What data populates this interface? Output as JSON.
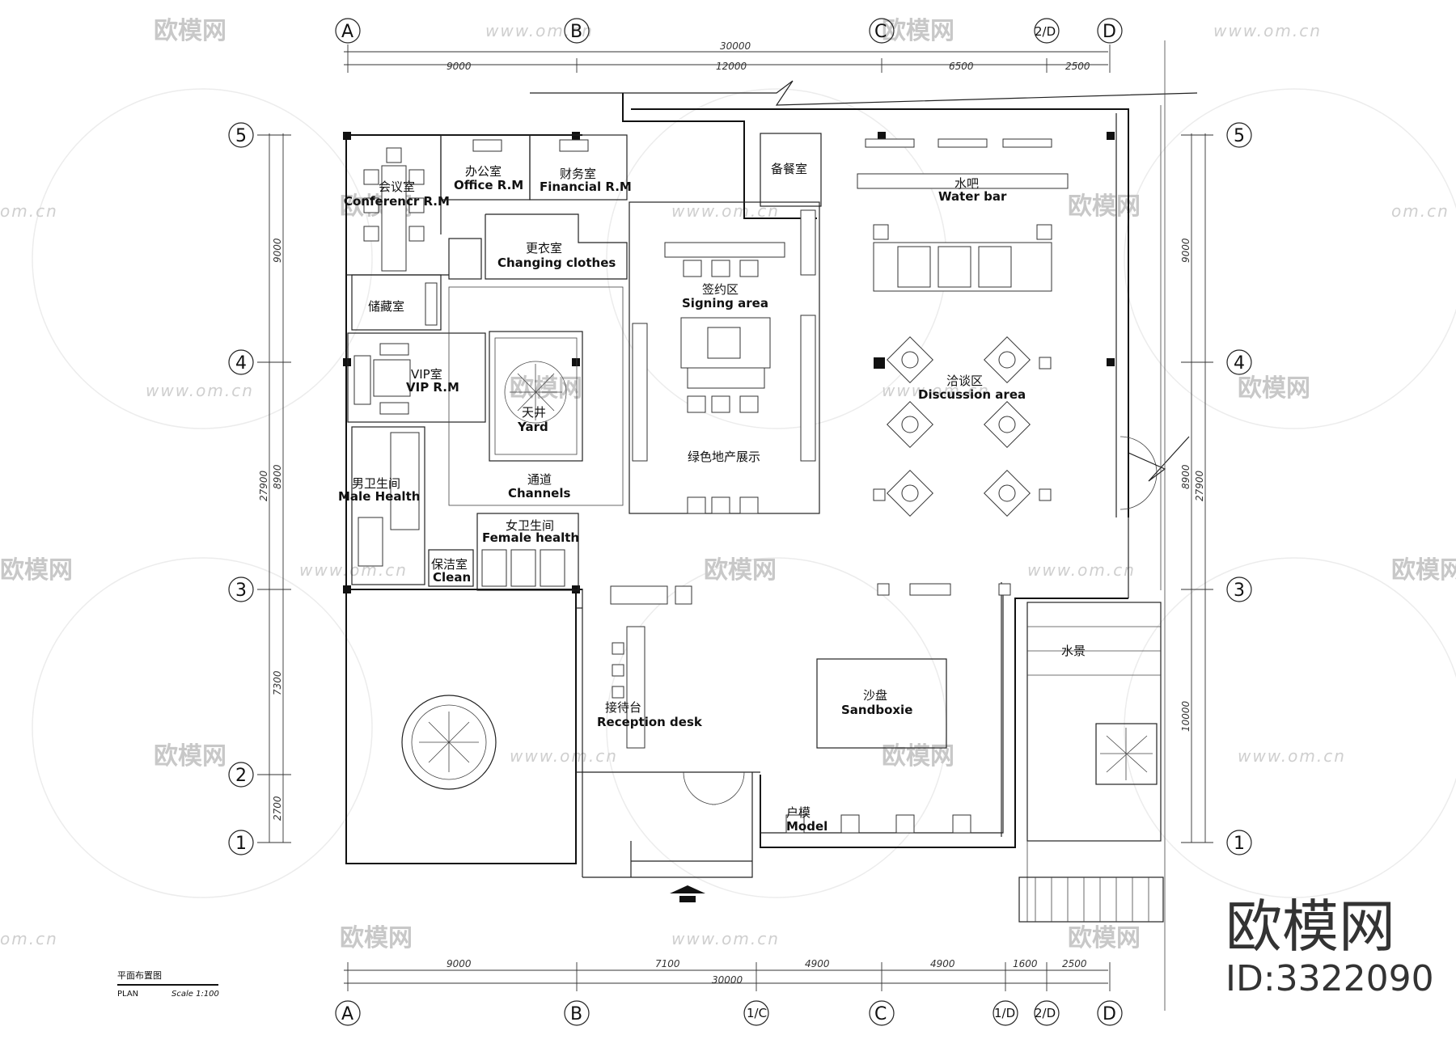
{
  "axes": {
    "top_letters": [
      "A",
      "B",
      "C",
      "2/D",
      "D"
    ],
    "bottom_letters": [
      "A",
      "B",
      "1/C",
      "C",
      "1/D",
      "2/D",
      "D"
    ],
    "left_numbers": [
      "5",
      "4",
      "3",
      "2",
      "1"
    ],
    "right_numbers": [
      "5",
      "4",
      "3",
      "1"
    ]
  },
  "dimensions": {
    "top_total": "30000",
    "top_segments": [
      "9000",
      "12000",
      "6500",
      "2500"
    ],
    "bottom_total": "30000",
    "bottom_segments": [
      "9000",
      "7100",
      "4900",
      "4900",
      "1600",
      "2500"
    ],
    "left_total": "27900",
    "left_segments": [
      "9000",
      "8900",
      "7300",
      "2700"
    ],
    "right_total": "27900",
    "right_segments": [
      "9000",
      "8900",
      "10000"
    ]
  },
  "rooms": {
    "conference_cn": "会议室",
    "conference_en": "Conferencr R.M",
    "office_cn": "办公室",
    "office_en": "Office R.M",
    "financial_cn": "财务室",
    "financial_en": "Financial R.M",
    "pantry_cn": "备餐室",
    "waterbar_cn": "水吧",
    "waterbar_en": "Water bar",
    "changing_cn": "更衣室",
    "changing_en": "Changing clothes",
    "storage_cn": "储藏室",
    "signing_cn": "签约区",
    "signing_en": "Signing area",
    "vip_cn": "VIP室",
    "vip_en": "VIP R.M",
    "yard_cn": "天井",
    "yard_en": "Yard",
    "discussion_cn": "洽谈区",
    "discussion_en": "Discussion area",
    "green_cn": "绿色地产展示",
    "channels_cn": "通道",
    "channels_en": "Channels",
    "male_cn": "男卫生间",
    "male_en": "Male Health",
    "female_cn": "女卫生间",
    "female_en": "Female health",
    "clean_cn": "保洁室",
    "clean_en": "Clean",
    "waterscape_cn": "水景",
    "reception_cn": "接待台",
    "reception_en": "Reception desk",
    "sandbox_cn": "沙盘",
    "sandbox_en": "Sandboxie",
    "model_cn": "户模",
    "model_en": "Model"
  },
  "title_block": {
    "title_cn": "平面布置图",
    "title_en": "PLAN",
    "scale": "Scale 1:100"
  },
  "watermarks": {
    "logo_text": "欧模网",
    "url_text": "www.om.cn",
    "url_short": "om.cn",
    "brand": "欧模网",
    "id": "ID:3322090"
  }
}
